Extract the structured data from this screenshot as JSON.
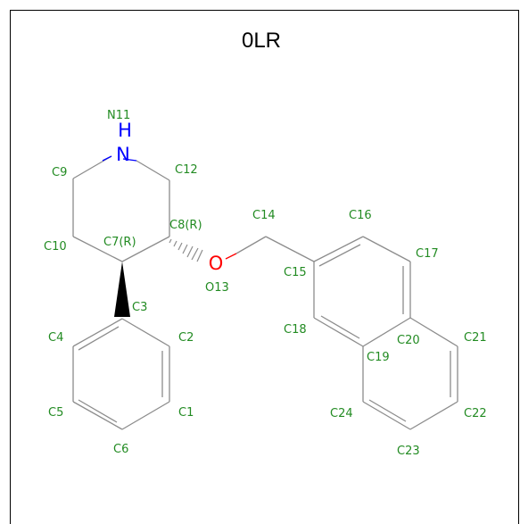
{
  "title": "0LR",
  "atoms": {
    "N11_symbol": "N",
    "N11_h": "H",
    "O13_symbol": "O"
  },
  "labels": {
    "N11": "N11",
    "C9": "C9",
    "C12": "C12",
    "C8": "C8(R)",
    "C14": "C14",
    "C16": "C16",
    "C10": "C10",
    "C7": "C7(R)",
    "C15": "C15",
    "C17": "C17",
    "O13": "O13",
    "C3": "C3",
    "C4": "C4",
    "C2": "C2",
    "C18": "C18",
    "C20": "C20",
    "C21": "C21",
    "C19": "C19",
    "C5": "C5",
    "C1": "C1",
    "C24": "C24",
    "C22": "C22",
    "C6": "C6",
    "C23": "C23"
  },
  "colors": {
    "label": "#228b22",
    "nitrogen": "#0000ff",
    "oxygen": "#ff0000",
    "bond": "#8c8c8c"
  }
}
